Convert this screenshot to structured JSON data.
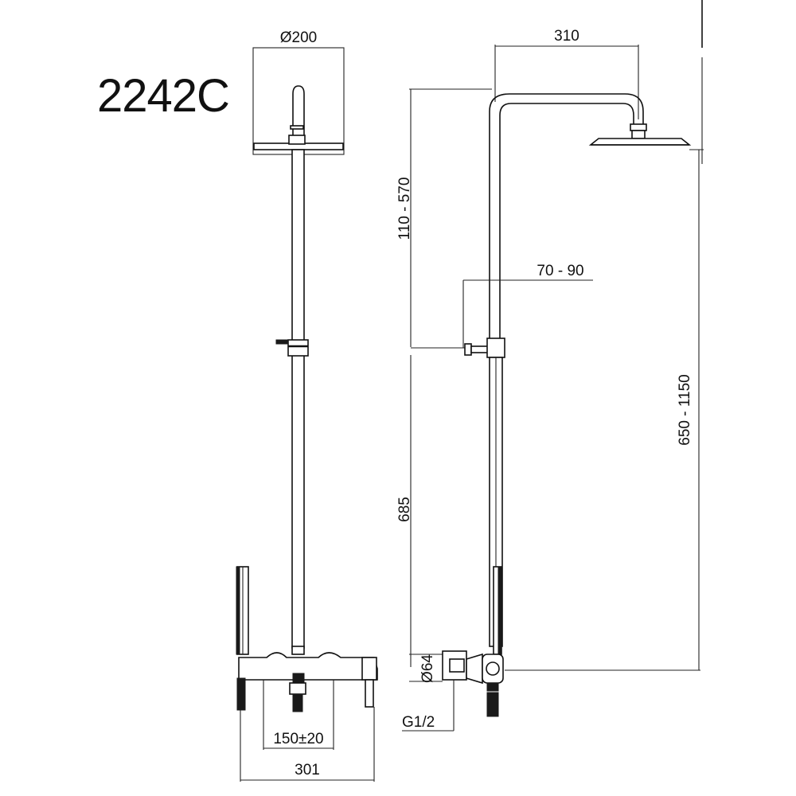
{
  "model": "2242C",
  "dimensions": {
    "head_diameter": "Ø200",
    "head_projection": "310",
    "upper_adjust": "110 - 570",
    "bracket_offset": "70 - 90",
    "bracket_height": "685",
    "total_height": "650 - 1150",
    "inlet_diameter": "Ø64",
    "inlet_thread": "G1/2",
    "inlet_spacing": "150±20",
    "mixer_width": "301"
  }
}
